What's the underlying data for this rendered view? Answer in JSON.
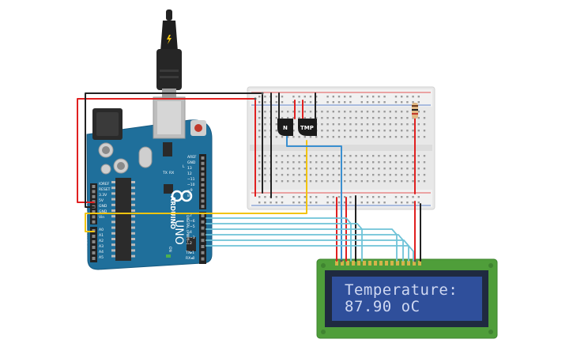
{
  "lcd": {
    "line1": "Temperature:",
    "line2": "87.90 oC"
  },
  "components": {
    "npn_label": "N",
    "sensor_label": "TMP"
  },
  "arduino": {
    "brand": "ARDUINO",
    "model": "UNO",
    "digital_label": "DIGITAL (PWM~)",
    "power_label": "POWER",
    "analog_label": "ANALOG IN",
    "on_label": "ON",
    "tx_label": "TX",
    "rx_label": "RX",
    "l_label": "L",
    "top_pins": [
      "AREF",
      "GND",
      "13",
      "12",
      "~11",
      "~10",
      "~9",
      "8"
    ],
    "bottom_pins": [
      "7",
      "~6",
      "~5",
      "4",
      "~3",
      "2",
      "TX▸1",
      "RX◂0"
    ],
    "power_pins": [
      "IOREF",
      "RESET",
      "3.3V",
      "5V",
      "GND",
      "GND",
      "Vin"
    ],
    "analog_pins": [
      "A0",
      "A1",
      "A2",
      "A3",
      "A4",
      "A5"
    ]
  },
  "colors": {
    "board": "#1f6f9b",
    "lcd_pcb": "#4f9e3a",
    "lcd_screen": "#2f4f9b",
    "wire_red": "#e02020",
    "wire_black": "#222222",
    "wire_blue": "#3a8fd0",
    "wire_cyan": "#6fc3d8",
    "wire_yellow": "#f2c40f"
  }
}
